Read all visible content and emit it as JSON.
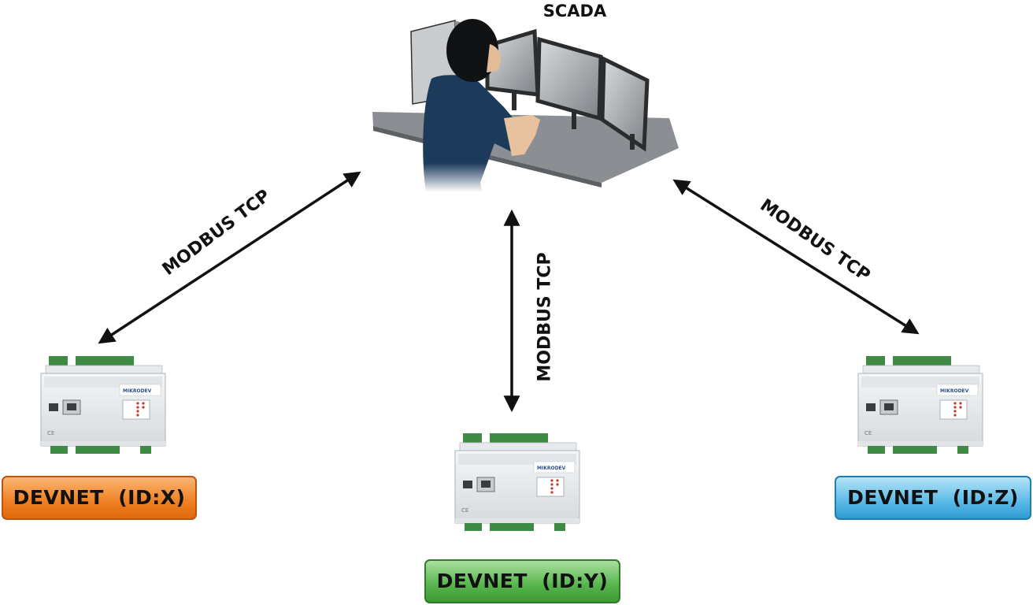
{
  "title": "SCADA",
  "links": [
    {
      "protocol": "MODBUS TCP"
    },
    {
      "protocol": "MODBUS TCP"
    },
    {
      "protocol": "MODBUS TCP"
    }
  ],
  "nodes": [
    {
      "label": "DEVNET  (ID:X)",
      "color": "#ef7f22"
    },
    {
      "label": "DEVNET  (ID:Y)",
      "color": "#56b44b"
    },
    {
      "label": "DEVNET  (ID:Z)",
      "color": "#5ab9e6"
    }
  ],
  "device_brand": "MIKRODEV"
}
